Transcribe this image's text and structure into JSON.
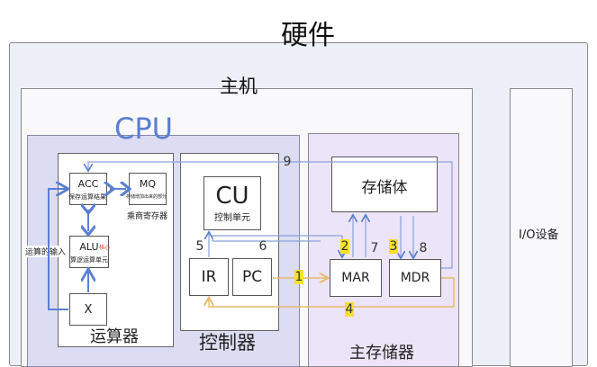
{
  "title": "硬件",
  "host": {
    "label": "主机"
  },
  "cpu": {
    "label": "CPU",
    "alu_unit": {
      "label": "运算器",
      "acc": {
        "name": "ACC",
        "desc": "保存运算结果"
      },
      "mq": {
        "name": "MQ",
        "desc": "存储增加出来的部分",
        "caption": "乘商寄存器"
      },
      "alu": {
        "name": "ALU",
        "desc": "算逻运算单元",
        "note": "核心"
      },
      "x": {
        "name": "X"
      },
      "side_label": "运算的输入"
    },
    "control_unit": {
      "label": "控制器",
      "cu": {
        "name": "CU",
        "desc": "控制单元"
      },
      "ir": {
        "name": "IR"
      },
      "pc": {
        "name": "PC"
      }
    }
  },
  "memory": {
    "label": "主存储器",
    "storage": {
      "name": "存储体"
    },
    "mar": {
      "name": "MAR"
    },
    "mdr": {
      "name": "MDR"
    }
  },
  "io": {
    "label": "I/O设备"
  },
  "steps": {
    "s1": "1",
    "s2": "2",
    "s3": "3",
    "s4": "4",
    "s5": "5",
    "s6": "6",
    "s7": "7",
    "s8": "8",
    "s9": "9"
  },
  "colors": {
    "cpu_fill": "#dcdcf2",
    "memory_fill": "#ece4f8",
    "outer_fill": "#eef0f8",
    "wire_blue": "#5b7fd0",
    "wire_orange": "#e8b870",
    "highlight": "#f6e12b"
  }
}
